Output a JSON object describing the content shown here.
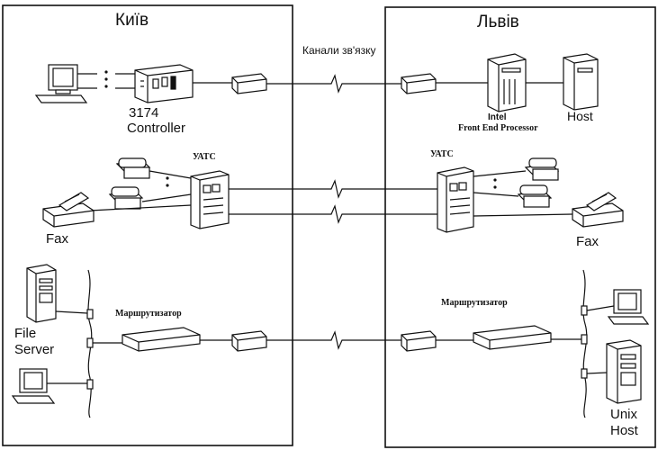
{
  "sites": {
    "left": {
      "name": "Київ"
    },
    "right": {
      "name": "Львів"
    }
  },
  "channels_label": "Канали зв'язку",
  "left": {
    "controller_label_1": "3174",
    "controller_label_2": "Controller",
    "pbx_label": "УАТС",
    "fax_label": "Fax",
    "router_label": "Маршрутизатор",
    "server_label_1": "File",
    "server_label_2": "Server"
  },
  "right": {
    "fep_label_1": "Intel",
    "fep_label_2": "Front End Processor",
    "host_label": "Host",
    "pbx_label": "УАТС",
    "fax_label": "Fax",
    "router_label": "Маршрутизатор",
    "unix_label_1": "Unix",
    "unix_label_2": "Host"
  }
}
